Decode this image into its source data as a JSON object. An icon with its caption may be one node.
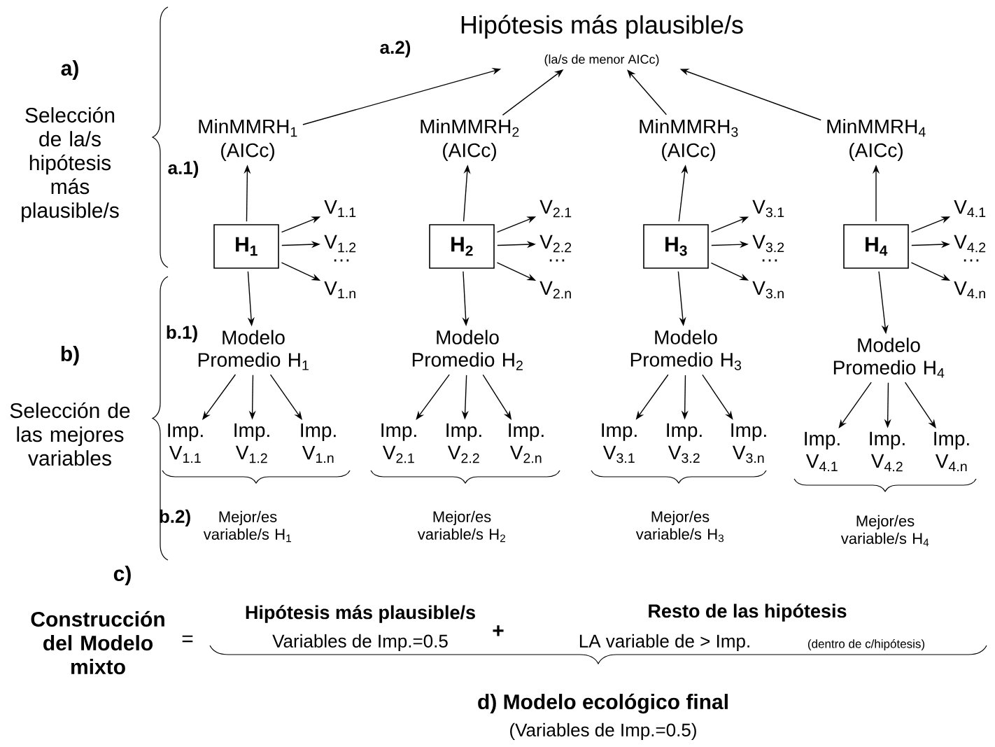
{
  "diagram": {
    "nodes": [
      {
        "text": [
          "Hipótesis más plausible/s",
          "(la/s de menor AICc)"
        ]
      },
      {
        "text": [
          "MinMMRH$_{1}$",
          "(AICc)"
        ]
      },
      {
        "text": [
          "H$_{1}$"
        ]
      },
      {
        "text": [
          "V$_{1.1}$"
        ]
      },
      {
        "text": [
          "V$_{1.2}$"
        ]
      },
      {
        "text": [
          "V$_{1.n}$"
        ]
      },
      {
        "text": [
          "Modelo Promedio H$_{1}$"
        ]
      },
      {
        "text": [
          "Imp. V$_{1.1}$"
        ]
      },
      {
        "text": [
          "Imp. V$_{1.2}$"
        ]
      },
      {
        "text": [
          "Imp. V$_{1.n}$"
        ]
      },
      {
        "text": [
          "MinMMRH$_{2}$",
          "(AICc)"
        ]
      },
      {
        "text": [
          "H$_{2}$"
        ]
      },
      {
        "text": [
          "V$_{2.1}$"
        ]
      },
      {
        "text": [
          "V$_{2.2}$"
        ]
      },
      {
        "text": [
          "V$_{2.n}$"
        ]
      },
      {
        "text": [
          "Modelo Promedio H$_{2}$"
        ]
      },
      {
        "text": [
          "Imp. V$_{2.1}$"
        ]
      },
      {
        "text": [
          "Imp. V$_{2.2}$"
        ]
      },
      {
        "text": [
          "Imp. V$_{2.n}$"
        ]
      },
      {
        "text": [
          "MinMMRH$_{3}$",
          "(AICc)"
        ]
      },
      {
        "text": [
          "H$_{3}$"
        ]
      },
      {
        "text": [
          "V$_{3.1}$"
        ]
      },
      {
        "text": [
          "V$_{3.2}$"
        ]
      },
      {
        "text": [
          "V$_{3.n}$"
        ]
      },
      {
        "text": [
          "Modelo Promedio H$_{3}$"
        ]
      },
      {
        "text": [
          "Imp. V$_{3.1}$"
        ]
      },
      {
        "text": [
          "Imp. V$_{3.2}$"
        ]
      },
      {
        "text": [
          "Imp. V$_{3.n}$"
        ]
      },
      {
        "text": [
          "MinMMRH$_{4}$",
          "(AICc)"
        ]
      },
      {
        "text": [
          "H$_{4}$"
        ]
      },
      {
        "text": [
          "V$_{4.1}$"
        ]
      },
      {
        "text": [
          "V$_{4.2}$"
        ]
      },
      {
        "text": [
          "V$_{4.n}$"
        ]
      },
      {
        "text": [
          "Modelo Promedio H$_{4}$"
        ]
      },
      {
        "text": [
          "Imp. V$_{4.1}$"
        ]
      },
      {
        "text": [
          "Imp. V$_{4.2}$"
        ]
      },
      {
        "text": [
          "Imp. V$_{4.n}$"
        ]
      }
    ],
    "edges": [
      {
        "from": 2,
        "to": 1,
        "arrow": "to"
      },
      {
        "from": 1,
        "to": 0,
        "arrow": "to"
      },
      {
        "from": 2,
        "to": 3,
        "arrow": "to"
      },
      {
        "from": 2,
        "to": 4,
        "arrow": "to"
      },
      {
        "from": 2,
        "to": 5,
        "arrow": "to"
      },
      {
        "from": 2,
        "to": 6,
        "arrow": "to"
      },
      {
        "from": 6,
        "to": 7,
        "arrow": "to"
      },
      {
        "from": 6,
        "to": 8,
        "arrow": "to"
      },
      {
        "from": 6,
        "to": 9,
        "arrow": "to"
      },
      {
        "from": 11,
        "to": 10,
        "arrow": "to"
      },
      {
        "from": 10,
        "to": 0,
        "arrow": "to"
      },
      {
        "from": 11,
        "to": 12,
        "arrow": "to"
      },
      {
        "from": 11,
        "to": 13,
        "arrow": "to"
      },
      {
        "from": 11,
        "to": 14,
        "arrow": "to"
      },
      {
        "from": 11,
        "to": 15,
        "arrow": "to"
      },
      {
        "from": 15,
        "to": 16,
        "arrow": "to"
      },
      {
        "from": 15,
        "to": 17,
        "arrow": "to"
      },
      {
        "from": 15,
        "to": 18,
        "arrow": "to"
      },
      {
        "from": 20,
        "to": 19,
        "arrow": "to"
      },
      {
        "from": 19,
        "to": 0,
        "arrow": "to"
      },
      {
        "from": 20,
        "to": 21,
        "arrow": "to"
      },
      {
        "from": 20,
        "to": 22,
        "arrow": "to"
      },
      {
        "from": 20,
        "to": 23,
        "arrow": "to"
      },
      {
        "from": 20,
        "to": 24,
        "arrow": "to"
      },
      {
        "from": 24,
        "to": 25,
        "arrow": "to"
      },
      {
        "from": 24,
        "to": 26,
        "arrow": "to"
      },
      {
        "from": 24,
        "to": 27,
        "arrow": "to"
      },
      {
        "from": 29,
        "to": 28,
        "arrow": "to"
      },
      {
        "from": 28,
        "to": 0,
        "arrow": "to"
      },
      {
        "from": 29,
        "to": 30,
        "arrow": "to"
      },
      {
        "from": 29,
        "to": 31,
        "arrow": "to"
      },
      {
        "from": 29,
        "to": 32,
        "arrow": "to"
      },
      {
        "from": 29,
        "to": 33,
        "arrow": "to"
      },
      {
        "from": 33,
        "to": 34,
        "arrow": "to"
      },
      {
        "from": 33,
        "to": 35,
        "arrow": "to"
      },
      {
        "from": 33,
        "to": 36,
        "arrow": "to"
      }
    ],
    "labels": [
      "a.2)",
      "a)",
      "Selección de la/s hipótesis más plausible/s",
      "a.1)",
      "…",
      "…",
      "…",
      "…",
      "b.1)",
      "b)",
      "Selección de las mejores variables",
      "b.2)",
      "Mejor/es variable/s H$_{1}$",
      "Mejor/es variable/s H$_{2}$",
      "Mejor/es variable/s H$_{3}$",
      "Mejor/es variable/s H$_{4}$",
      "c)",
      "Construcción del Modelo mixto",
      "=",
      "Hipótesis más plausible/s",
      "Resto de las hipótesis",
      "Variables de Imp.=0.5",
      "+",
      "LA variable de > Imp.",
      "(dentro de c/hipótesis)",
      "d) Modelo ecológico final",
      "(Variables de Imp.=0.5)"
    ]
  }
}
